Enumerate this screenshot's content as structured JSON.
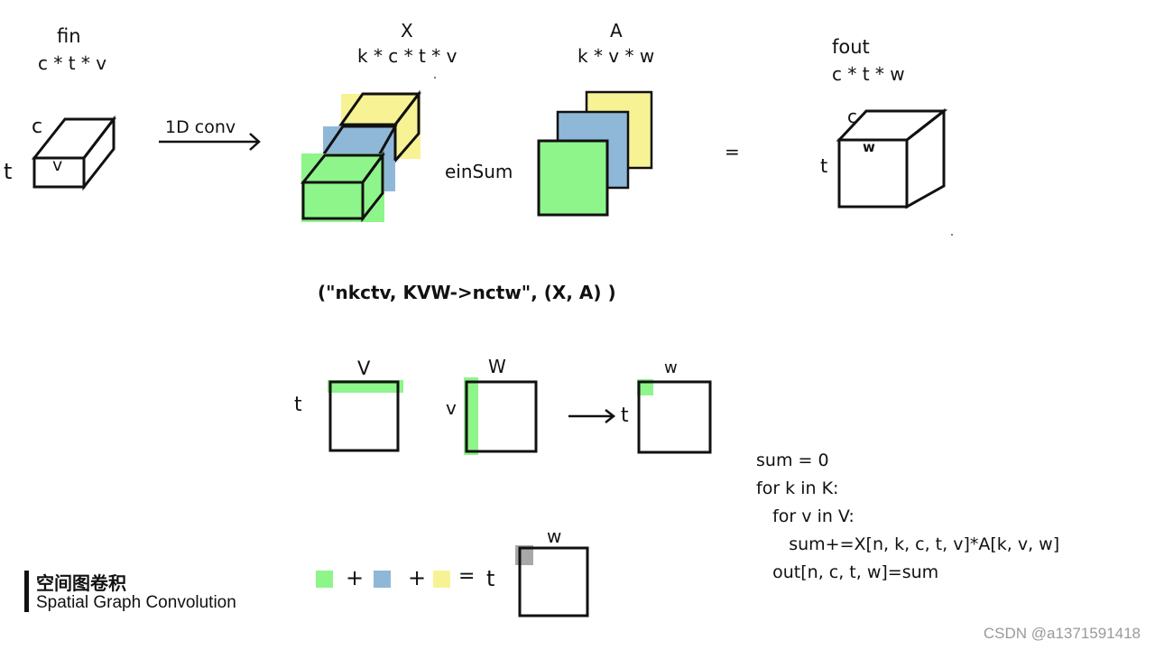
{
  "fin": {
    "title": "fin",
    "shape": "c * t * v",
    "axis_c": "c",
    "axis_t": "t",
    "axis_v": "v"
  },
  "conv_label": "1D conv",
  "x_tensor": {
    "title": "X",
    "shape": "k * c * t * v"
  },
  "a_tensor": {
    "title": "A",
    "shape": "k * v * w"
  },
  "einsum_label": "einSum",
  "equals": "=",
  "fout": {
    "title": "fout",
    "shape": "c * t * w",
    "axis_c": "c",
    "axis_t": "t",
    "axis_w": "w"
  },
  "einsum_call": "(\"nkctv, KVW->nctw\",   (X, A) )",
  "matrices": {
    "m1_top": "V",
    "m1_left": "t",
    "m2_top": "W",
    "m2_left": "v",
    "m3_top": "w",
    "m3_left": "t",
    "m4_top": "w",
    "m4_left": "t",
    "arrow": "→"
  },
  "sum_eq": {
    "plus1": "+",
    "plus2": "+",
    "eq": "="
  },
  "code_lines": [
    "sum = 0",
    "for k in K:",
    "   for v in V:",
    "      sum+=X[n, k, c, t, v]*A[k, v, w]",
    "   out[n, c, t, w]=sum"
  ],
  "caption": {
    "title": "空间图卷积",
    "subtitle": "Spatial Graph Convolution"
  },
  "watermark": "CSDN @a1371591418",
  "colors": {
    "green": "#8ef58a",
    "blue": "#8fb8d8",
    "yellow": "#f7f394",
    "gray": "#a8a8a8",
    "ink": "#111111"
  }
}
